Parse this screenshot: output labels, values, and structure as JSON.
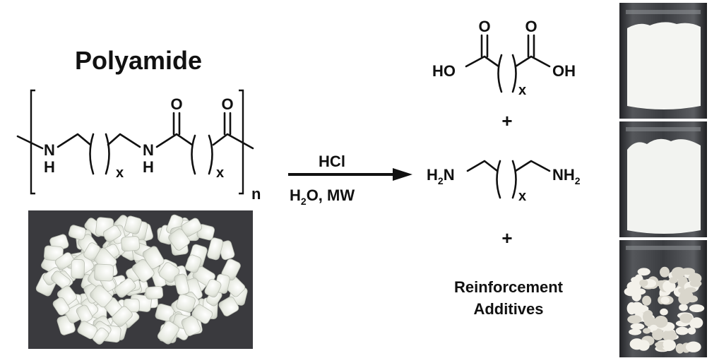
{
  "title": "Polyamide",
  "polymer": {
    "nh_n": "N",
    "nh_h": "H",
    "x": "x",
    "o": "O",
    "n": "n"
  },
  "conditions": {
    "reagent": "HCl",
    "solvent_h": "H",
    "solvent_sub": "2",
    "solvent_rest": "O, MW"
  },
  "products": {
    "acid": {
      "left": "HO",
      "right": "OH",
      "o": "O",
      "x": "x"
    },
    "plus": "+",
    "amine": {
      "h": "H",
      "sub": "2",
      "n": "N",
      "right": "NH",
      "x": "x"
    },
    "additives_line1": "Reinforcement",
    "additives_line2": "Additives"
  },
  "colors": {
    "pellet_backdrop": "#3a3a3e",
    "pellet": "#e9ece4",
    "vial_glass": "#2f3033",
    "powder": "#f4f5f2"
  }
}
